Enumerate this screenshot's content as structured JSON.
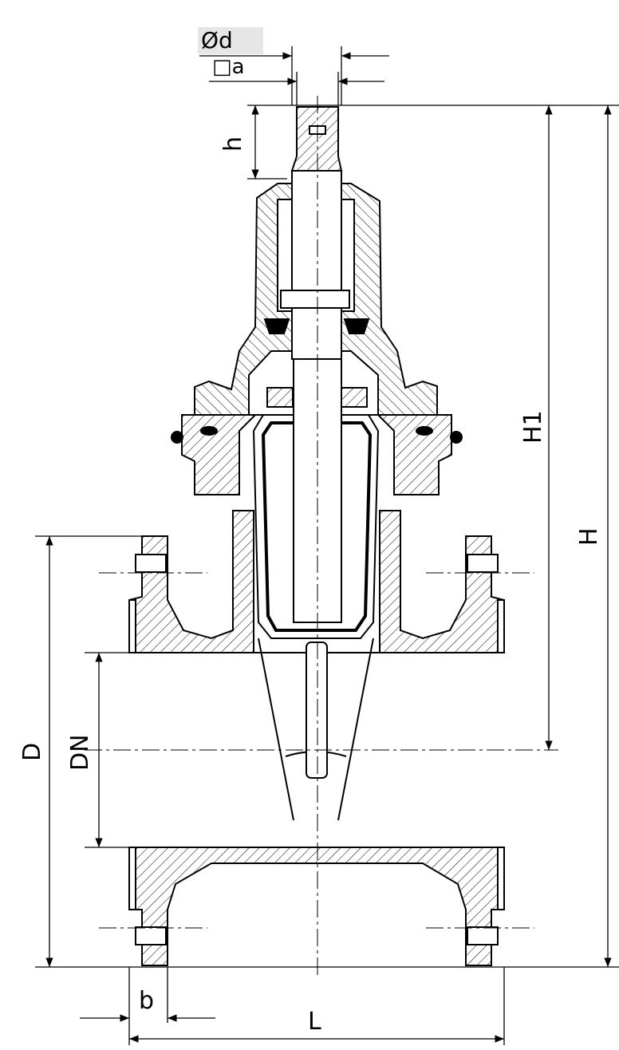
{
  "labels": {
    "od": "Ød",
    "a": "□a",
    "h": "h",
    "H1": "H1",
    "H": "H",
    "D": "D",
    "DN": "DN",
    "b": "b",
    "L": "L"
  },
  "colors": {
    "line": "#000000",
    "background": "#ffffff",
    "label_shade": "#e6e6e6"
  }
}
